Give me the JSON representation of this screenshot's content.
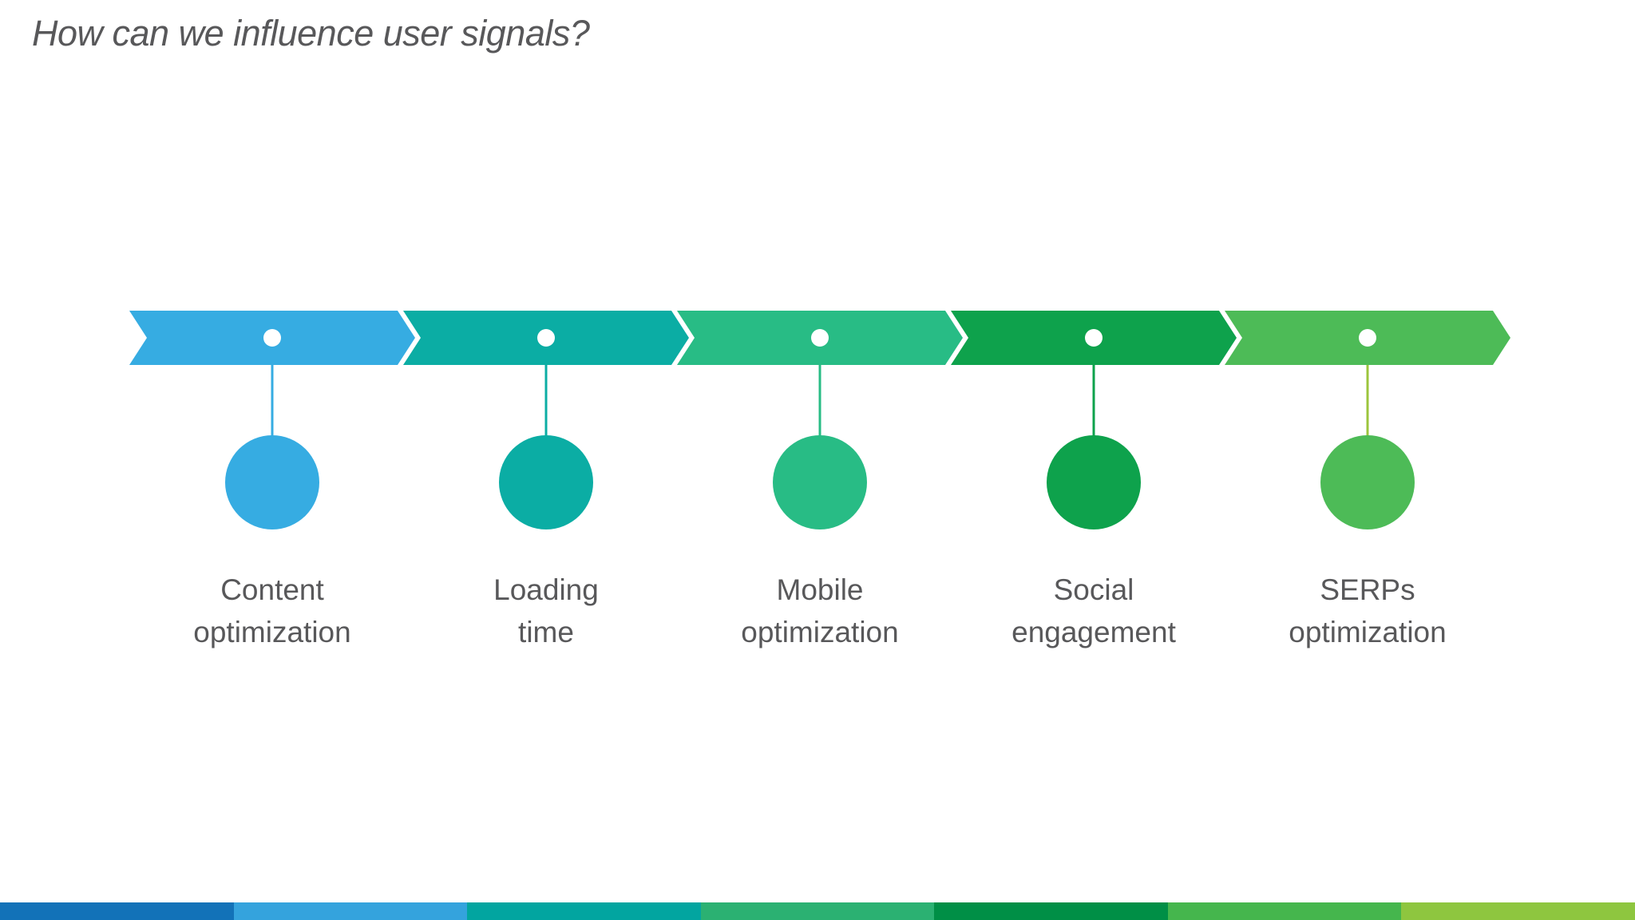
{
  "slide": {
    "title": "How can we influence user signals?",
    "title_color": "#58585A",
    "background": "#FFFFFF"
  },
  "process": {
    "steps": [
      {
        "lines": [
          "Content",
          "optimization"
        ],
        "color": "#36ACE2",
        "connector_color": "#36ACE2"
      },
      {
        "lines": [
          "Loading",
          "time"
        ],
        "color": "#0BADA4",
        "connector_color": "#0BADA4"
      },
      {
        "lines": [
          "Mobile",
          "optimization"
        ],
        "color": "#28BC85",
        "connector_color": "#28BC85"
      },
      {
        "lines": [
          "Social",
          "engagement"
        ],
        "color": "#0EA24C",
        "connector_color": "#0EA24C"
      },
      {
        "lines": [
          "SERPs",
          "optimization"
        ],
        "color": "#4DBB57",
        "connector_color": "#9CC53D"
      }
    ],
    "marker_dot_color": "#FFFFFF",
    "label_color": "#58585A"
  },
  "footer_bar": {
    "colors": [
      "#1272B8",
      "#34A3DD",
      "#02A5A0",
      "#2BB172",
      "#008F46",
      "#45B64D",
      "#8EC63F"
    ]
  }
}
